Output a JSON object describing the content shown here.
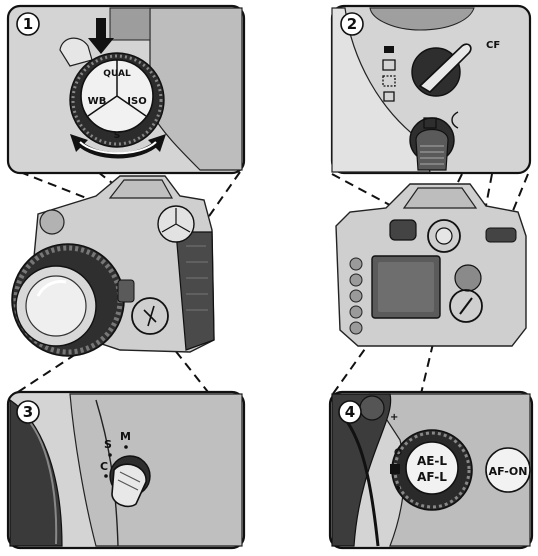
{
  "steps": [
    {
      "number": "1",
      "dial_labels": {
        "top": "QUAL",
        "left": "WB",
        "right": "ISO",
        "bottom": "S"
      }
    },
    {
      "number": "2",
      "labels": {
        "cf": "CF"
      }
    },
    {
      "number": "3",
      "labels": {
        "s": "S",
        "m": "M",
        "c": "C"
      }
    },
    {
      "number": "4",
      "labels": {
        "ae_af_lock_line1": "AE-L",
        "ae_af_lock_line2": "AF-L",
        "af_on": "AF-ON"
      }
    }
  ],
  "colors": {
    "outline": "#111111",
    "panel_fill": "#d4d4d4",
    "camera_fill": "#cfcfcf",
    "dark_part": "#3a3a3a"
  }
}
